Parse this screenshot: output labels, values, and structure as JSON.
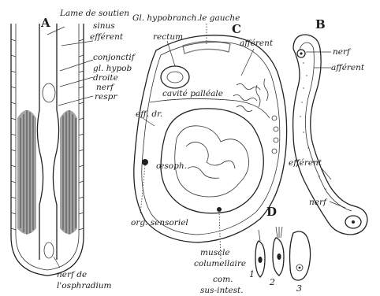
{
  "figures": {
    "A": "A",
    "B": "B",
    "C": "C",
    "D": "D"
  },
  "labels_A": {
    "lame_de_soutien": "Lame de soutien",
    "sinus_line1": "sinus",
    "sinus_line2": "efférent",
    "conjonctif": "conjonctif",
    "gl_hypob_line1": "gl. hypob",
    "gl_hypob_line2": "droite",
    "nerf_respr_line1": "nerf",
    "nerf_respr_line2": "respr",
    "nerf_osph_line1": "nerf de",
    "nerf_osph_line2": "l'osphradium"
  },
  "labels_C": {
    "gl_hypobranch_gauche": "Gl. hypobranch.le gauche",
    "rectum": "rectum",
    "afferent": "afférent",
    "cavite_palleale": "cavité palléale",
    "eff_dr": "eff. dr.",
    "oesoph": "œsoph.",
    "org_sensoriel": "org. sensoriel",
    "muscle_line1": "muscle",
    "muscle_line2": "columellaire",
    "com_line1": "com.",
    "com_line2": "sus-intest."
  },
  "labels_B": {
    "nerf_top": "nerf",
    "afferent": "afférent",
    "efferent": "efférent",
    "nerf_bottom": "nerf"
  },
  "labels_D": {
    "n1": "1",
    "n2": "2",
    "n3": "3"
  }
}
